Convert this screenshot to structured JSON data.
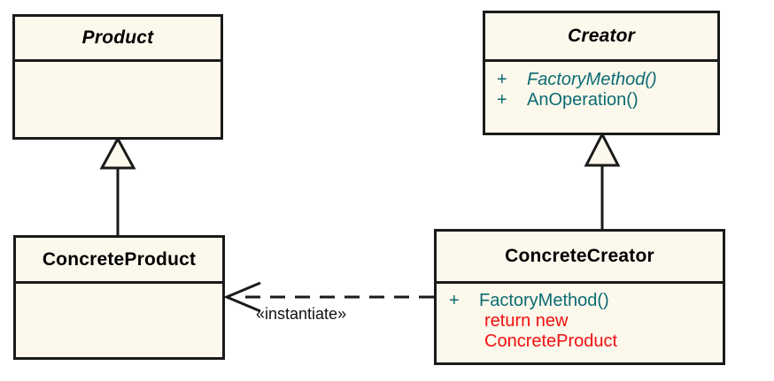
{
  "diagram": {
    "type": "uml-class-diagram",
    "pattern": "Factory Method",
    "background_color": "#ffffff",
    "class_fill_color": "#fdf8ec",
    "border_color": "#1a1a1a",
    "member_text_color": "#0a6b73",
    "note_text_color": "#f40f0f",
    "name_text_color": "#000000"
  },
  "classes": {
    "product": {
      "name": "Product",
      "abstract": true,
      "members": []
    },
    "creator": {
      "name": "Creator",
      "abstract": true,
      "members": [
        {
          "visibility": "+",
          "signature": "FactoryMethod()",
          "abstract": true
        },
        {
          "visibility": "+",
          "signature": "AnOperation()",
          "abstract": false
        }
      ]
    },
    "concrete_product": {
      "name": "ConcreteProduct",
      "abstract": false,
      "members": []
    },
    "concrete_creator": {
      "name": "ConcreteCreator",
      "abstract": false,
      "members": [
        {
          "visibility": "+",
          "signature": "FactoryMethod()",
          "abstract": false
        }
      ],
      "note_lines": [
        "return new",
        "ConcreteProduct"
      ]
    }
  },
  "relationships": {
    "product_generalization": {
      "kind": "generalization",
      "from": "ConcreteProduct",
      "to": "Product"
    },
    "creator_generalization": {
      "kind": "generalization",
      "from": "ConcreteCreator",
      "to": "Creator"
    },
    "instantiate_dependency": {
      "kind": "dependency",
      "from": "ConcreteCreator",
      "to": "ConcreteProduct",
      "stereotype": "«instantiate»"
    }
  }
}
